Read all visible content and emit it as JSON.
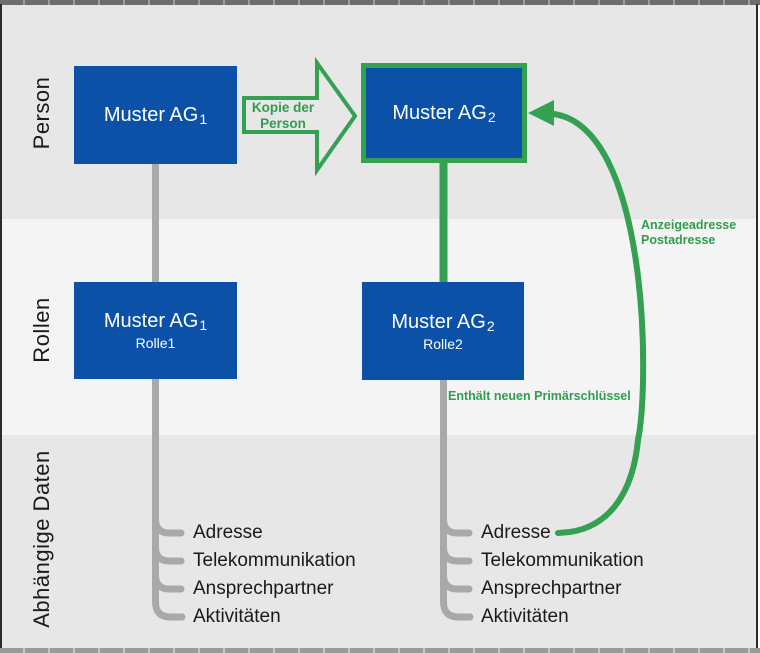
{
  "colors": {
    "box_blue": "#0a51a7",
    "accent_green": "#33a052",
    "note_green": "#2e9e4c",
    "connector_gray": "#a9a9a9",
    "band_dark": "#e7e7e7",
    "band_light": "#f4f4f4"
  },
  "bands": {
    "person": {
      "label": "Person"
    },
    "roles": {
      "label": "Rollen"
    },
    "dependent": {
      "label": "Abhängige Daten"
    }
  },
  "boxes": {
    "person1": {
      "name": "Muster AG",
      "suffix": "1"
    },
    "person2": {
      "name": "Muster AG",
      "suffix": "2"
    },
    "role1": {
      "name": "Muster AG",
      "suffix": "1",
      "role": "Rolle1"
    },
    "role2": {
      "name": "Muster AG",
      "suffix": "2",
      "role": "Rolle2"
    }
  },
  "annotations": {
    "copy_arrow": {
      "line1": "Kopie der",
      "line2": "Person"
    },
    "address_note": {
      "line1": "Anzeigeadresse",
      "line2": "Postadresse"
    },
    "primary_key_note": "Enthält neuen Primärschlüssel"
  },
  "dependent_left": [
    "Adresse",
    "Telekommunikation",
    "Ansprechpartner",
    "Aktivitäten"
  ],
  "dependent_right": [
    "Adresse",
    "Telekommunikation",
    "Ansprechpartner",
    "Aktivitäten"
  ],
  "icons": {
    "copy_arrow": "block-arrow-right-icon",
    "reference_arrow": "curved-arrow-left-icon"
  }
}
